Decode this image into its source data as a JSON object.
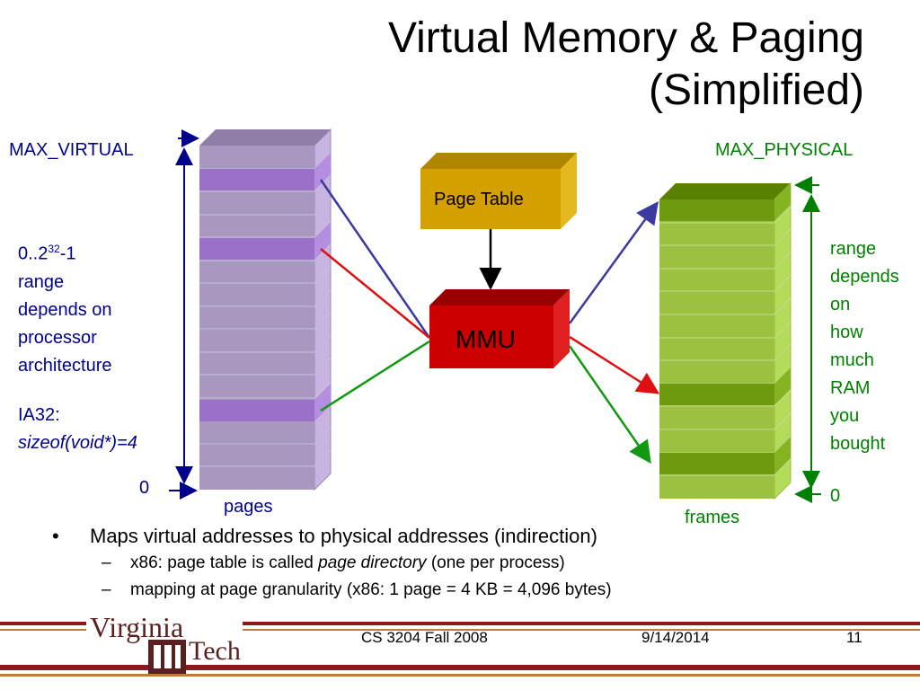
{
  "title": "Virtual Memory & Paging\n(Simplified)",
  "labels": {
    "max_virtual": "MAX_VIRTUAL",
    "max_physical": "MAX_PHYSICAL",
    "zero_left": "0",
    "zero_right": "0",
    "pages": "pages",
    "frames": "frames",
    "page_table": "Page Table",
    "mmu": "MMU"
  },
  "left_note": {
    "range_base": "0..2",
    "range_exp": "32",
    "range_tail": "-1",
    "lines": [
      "range",
      "depends on",
      "processor",
      "architecture"
    ],
    "ia32": "IA32:",
    "sizeof": "sizeof(void*)=4"
  },
  "right_note": {
    "lines": [
      "range",
      "depends",
      "on",
      "how",
      "much",
      "RAM",
      "you",
      "bought"
    ]
  },
  "bullets": {
    "main": "Maps virtual addresses to physical addresses (indirection)",
    "sub1_prefix": "x86: page table is called ",
    "sub1_italic": "page directory",
    "sub1_suffix": " (one per process)",
    "sub2": "mapping at page granularity (x86: 1 page = 4 KB = 4,096 bytes)",
    "dash": "–"
  },
  "footer": {
    "logo_line1": "Virginia",
    "logo_line2": "Tech",
    "course": "CS 3204 Fall 2008",
    "date": "9/14/2014",
    "page": "11"
  },
  "colors": {
    "page_fill": "#a898c0",
    "page_highlight": "#9a70c8",
    "frame_fill": "#9cc040",
    "frame_highlight": "#6e9a10",
    "page_table": "#d4a000",
    "mmu": "#cc0000",
    "arrow_blue": "#3a3aa0",
    "arrow_red": "#dd1111",
    "arrow_green": "#119911",
    "footer_line": "#8b1a1a"
  }
}
